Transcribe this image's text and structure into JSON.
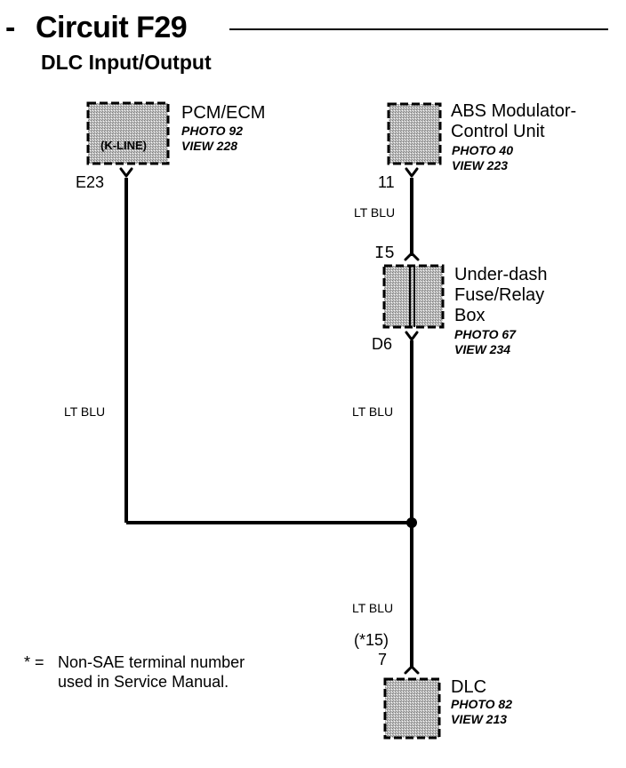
{
  "header": {
    "dash": "-",
    "title": "Circuit F29",
    "subtitle": "DLC Input/Output"
  },
  "components": {
    "pcm": {
      "name": "PCM/ECM",
      "photo": "PHOTO 92",
      "view": "VIEW 228",
      "inner_label": "(K-LINE)"
    },
    "abs": {
      "name_line1": "ABS Modulator-",
      "name_line2": "Control Unit",
      "photo": "PHOTO 40",
      "view": "VIEW 223"
    },
    "fuse_box": {
      "name_line1": "Under-dash",
      "name_line2": "Fuse/Relay",
      "name_line3": "Box",
      "photo": "PHOTO 67",
      "view": "VIEW 234"
    },
    "dlc": {
      "name": "DLC",
      "photo": "PHOTO 82",
      "view": "VIEW 213"
    }
  },
  "pins": {
    "pcm_e23": "E23",
    "abs_11": "11",
    "fuse_i5": "I5",
    "fuse_d6": "D6",
    "dlc_alt": "(*15)",
    "dlc_7": "7"
  },
  "wires": {
    "abs_to_fuse": "LT BLU",
    "pcm_to_splice": "LT BLU",
    "fuse_to_splice": "LT BLU",
    "splice_to_dlc": "LT BLU"
  },
  "footnote": {
    "symbol": "* =",
    "line1": "Non-SAE terminal number",
    "line2": "used in Service Manual."
  },
  "colors": {
    "ink": "#000000",
    "component_fill": "#c9c9c9"
  }
}
